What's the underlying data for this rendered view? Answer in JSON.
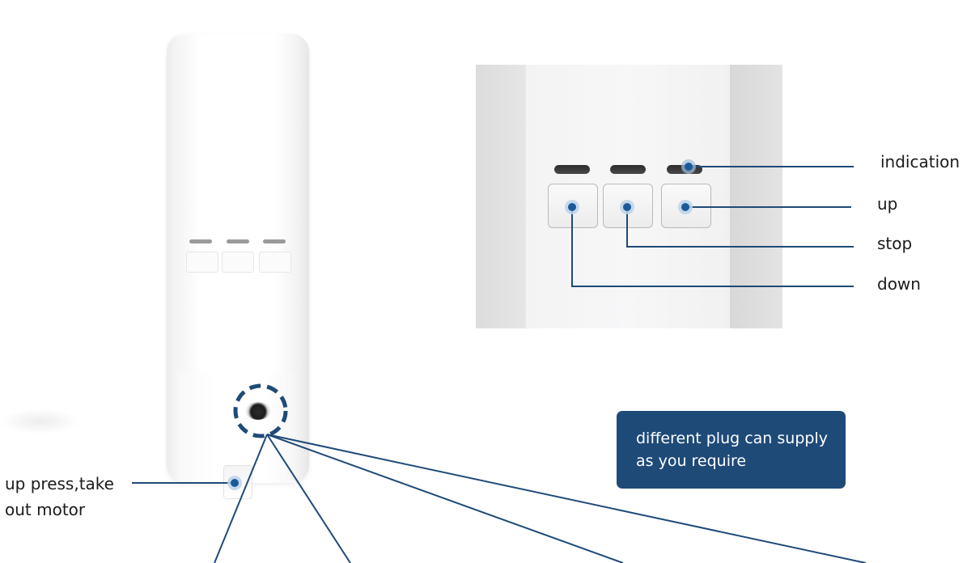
{
  "labels": {
    "indication": "indication",
    "up": "up",
    "stop": "stop",
    "down": "down",
    "up_press": "up press,take out motor"
  },
  "info_box": {
    "text": "different plug can supply as you require"
  },
  "colors": {
    "accent": "#1e4a78",
    "line": "#1e4a78",
    "dot": "#1b5a9a",
    "dot_halo": "#bcd3ea"
  },
  "icons": {
    "up_button": "triangle-up-icon",
    "stop_button": "square-icon",
    "down_button": "triangle-down-icon"
  }
}
